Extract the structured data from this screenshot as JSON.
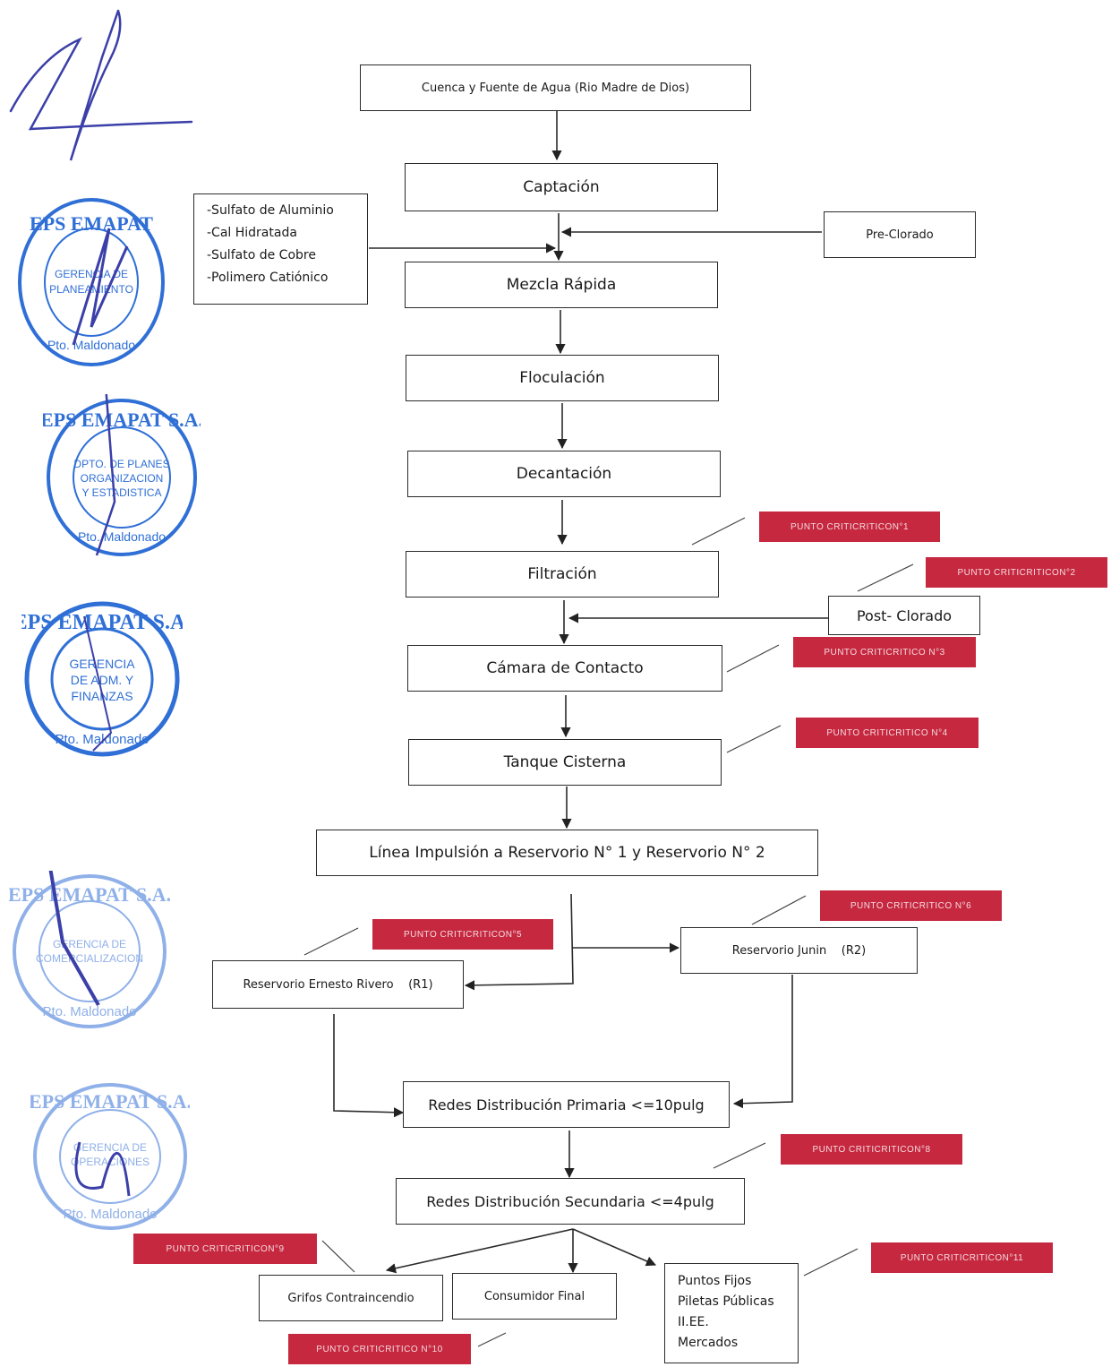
{
  "nodes": {
    "cuenca": "Cuenca y Fuente de Agua (Rio Madre de Dios)",
    "captacion": "Captación",
    "precloro": "Pre-Clorado",
    "mezcla": "Mezcla Rápida",
    "floculacion": "Floculación",
    "decantacion": "Decantación",
    "filtracion": "Filtración",
    "postclorado": "Post- Clorado",
    "camara": "Cámara de Contacto",
    "tanque": "Tanque Cisterna",
    "linea": "Línea Impulsión a Reservorio N° 1 y Reservorio N° 2",
    "res_r1": "Reservorio Ernesto Rivero    (R1)",
    "res_r2": "Reservorio Junin    (R2)",
    "primaria": "Redes Distribución Primaria  <=10pulg",
    "secundaria": "Redes Distribución Secundaria <=4pulg",
    "grifos": "Grifos Contraincendio",
    "consumidor": "Consumidor Final"
  },
  "chemicals": [
    "-Sulfato de Aluminio",
    "-Cal Hidratada",
    "-Sulfato de Cobre",
    "-Polimero Catiónico"
  ],
  "puntos_fijos": [
    "Puntos Fijos",
    "Piletas Públicas",
    "II.EE.",
    "Mercados"
  ],
  "critical_points": {
    "p1": "PUNTO CRITICRITICON°1",
    "p2": "PUNTO CRITICRITICON°2",
    "p3": "PUNTO CRITICRITICO N°3",
    "p4": "PUNTO CRITICRITICO N°4",
    "p5": "PUNTO CRITICRITICON°5",
    "p6": "PUNTO CRITICRITICO N°6",
    "p8": "PUNTO CRITICRITICON°8",
    "p9": "PUNTO CRITICRITICON°9",
    "p10": "PUNTO CRITICRITICO N°10",
    "p11": "PUNTO CRITICRITICON°11"
  },
  "stamps": [
    {
      "top": "EPS EMAPAT S.A.",
      "inner": "GERENCIA DE PLANEAMIENTO",
      "bottom": "Pto. Maldonado"
    },
    {
      "top": "EPS EMAPAT S.A.",
      "inner": "DPTO. DE PLANES ORGANIZACION Y ESTADISTICA",
      "bottom": "Pto. Maldonado"
    },
    {
      "top": "EPS EMAPAT S.A.",
      "inner": "GERENCIA DE ADM. Y FINANZAS",
      "bottom": "Pto. Maldonado"
    },
    {
      "top": "EPS EMAPAT S.A.",
      "inner": "GERENCIA DE COMERCIALIZACION",
      "bottom": "Pto. Maldonado"
    },
    {
      "top": "EPS EMAPAT S.A.",
      "inner": "GERENCIA DE OPERACIONES",
      "bottom": "Pto. Maldonado"
    }
  ],
  "colors": {
    "critical": "#c5283f",
    "stamp": "#2f6fd6",
    "ink": "#3b3fa8"
  }
}
